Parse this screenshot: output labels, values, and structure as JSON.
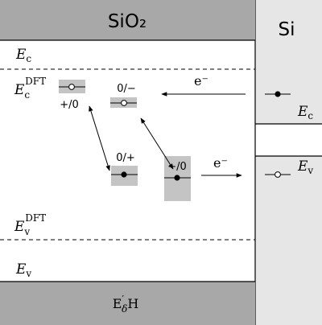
{
  "header": {
    "oxide_label": "SiO₂",
    "silicon_label": "Si"
  },
  "levels": {
    "ec": {
      "main": "E",
      "sub": "c"
    },
    "ec_dft": {
      "main": "E",
      "sub": "c",
      "sup": "DFT"
    },
    "ev_dft": {
      "main": "E",
      "sub": "v",
      "sup": "DFT"
    },
    "ev": {
      "main": "E",
      "sub": "v"
    }
  },
  "silicon": {
    "ec": {
      "main": "E",
      "sub": "c"
    },
    "ev": {
      "main": "E",
      "sub": "v"
    }
  },
  "defect_levels": {
    "plus_zero": "+/0",
    "zero_minus": "0/−",
    "zero_plus": "0/+",
    "minus_zero": "−/0"
  },
  "electron_labels": {
    "top": "e⁻",
    "bottom": "e⁻"
  },
  "footer": {
    "main": "E",
    "prime": "′",
    "sub": "δ",
    "suffix": "H"
  },
  "colors": {
    "band_gray": "#a8a8a8",
    "si_gray": "#e6e6e6",
    "box_gray": "#c4c4c4"
  }
}
